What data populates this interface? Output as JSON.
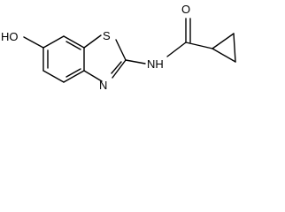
{
  "atoms": {
    "hydroxyl": "HO",
    "sulfur": "S",
    "nitrogen_ring": "N",
    "amide_nh": "NH",
    "oxygen": "O"
  },
  "colors": {
    "background": "#ffffff",
    "bond": "#000000",
    "label": "#000000"
  }
}
